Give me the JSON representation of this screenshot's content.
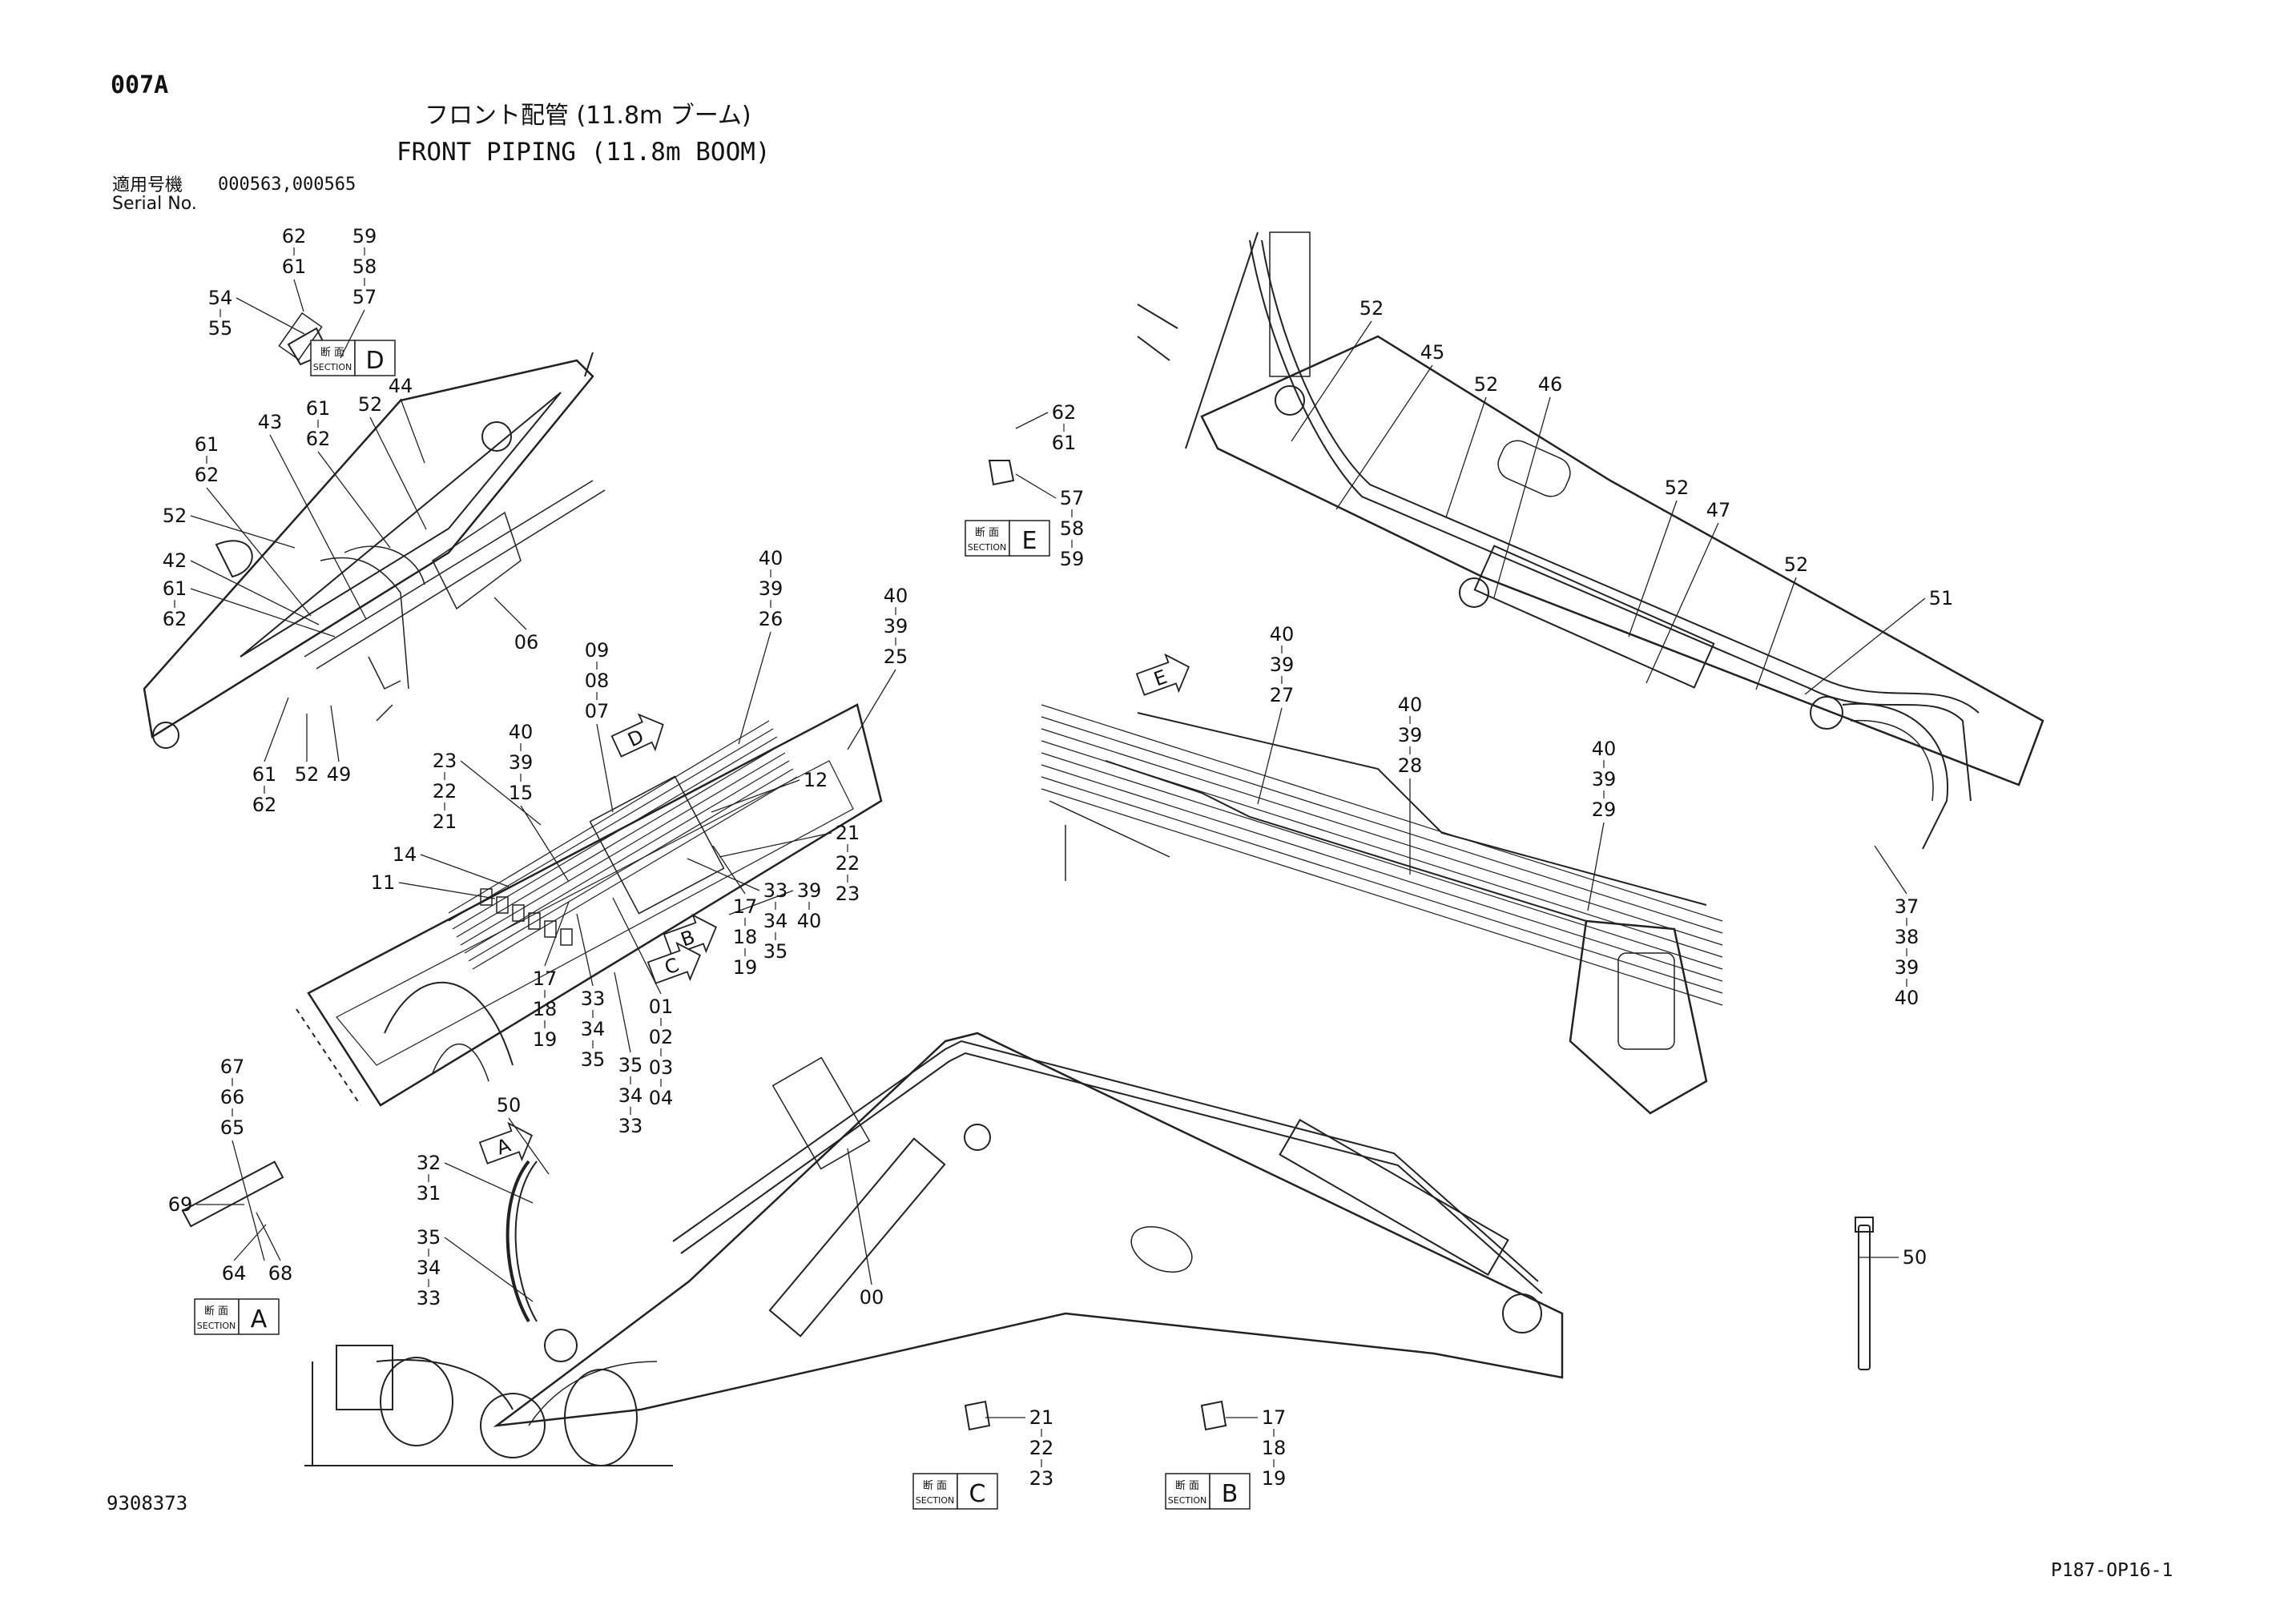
{
  "header": {
    "page_code": "007A",
    "title_jp": "フロント配管 (11.8m ブーム)",
    "title_en": "FRONT PIPING (11.8m BOOM)",
    "serial_label_jp": "適用号機",
    "serial_label_en": "Serial No.",
    "serial_values": "000563,000565"
  },
  "footer": {
    "drawing_number": "9308373",
    "page_reference": "P187-OP16-1"
  },
  "sections": [
    {
      "letter": "D",
      "jp": "断 面",
      "en": "SECTION"
    },
    {
      "letter": "E",
      "jp": "断 面",
      "en": "SECTION"
    },
    {
      "letter": "A",
      "jp": "断 面",
      "en": "SECTION"
    },
    {
      "letter": "C",
      "jp": "断 面",
      "en": "SECTION"
    },
    {
      "letter": "B",
      "jp": "断 面",
      "en": "SECTION"
    }
  ],
  "view_markers": [
    "D",
    "E",
    "B",
    "C",
    "A"
  ],
  "callouts": [
    {
      "lines": [
        "62",
        "61"
      ]
    },
    {
      "lines": [
        "59",
        "58",
        "57"
      ]
    },
    {
      "lines": [
        "54",
        "55"
      ]
    },
    {
      "lines": [
        "44"
      ]
    },
    {
      "lines": [
        "43"
      ]
    },
    {
      "lines": [
        "61",
        "62"
      ]
    },
    {
      "lines": [
        "52"
      ]
    },
    {
      "lines": [
        "61",
        "62"
      ]
    },
    {
      "lines": [
        "52"
      ]
    },
    {
      "lines": [
        "42"
      ]
    },
    {
      "lines": [
        "61",
        "62"
      ]
    },
    {
      "lines": [
        "06"
      ]
    },
    {
      "lines": [
        "61",
        "62"
      ]
    },
    {
      "lines": [
        "52"
      ]
    },
    {
      "lines": [
        "49"
      ]
    },
    {
      "lines": [
        "40",
        "39",
        "26"
      ]
    },
    {
      "lines": [
        "40",
        "39",
        "25"
      ]
    },
    {
      "lines": [
        "09",
        "08",
        "07"
      ]
    },
    {
      "lines": [
        "40",
        "39",
        "15"
      ]
    },
    {
      "lines": [
        "23",
        "22",
        "21"
      ]
    },
    {
      "lines": [
        "14"
      ]
    },
    {
      "lines": [
        "11"
      ]
    },
    {
      "lines": [
        "21",
        "22",
        "23"
      ]
    },
    {
      "lines": [
        "12"
      ]
    },
    {
      "lines": [
        "39",
        "40"
      ]
    },
    {
      "lines": [
        "33",
        "34",
        "35"
      ]
    },
    {
      "lines": [
        "17",
        "18",
        "19"
      ]
    },
    {
      "lines": [
        "17",
        "18",
        "19"
      ]
    },
    {
      "lines": [
        "33",
        "34",
        "35"
      ]
    },
    {
      "lines": [
        "01",
        "02",
        "03",
        "04"
      ]
    },
    {
      "lines": [
        "35",
        "34",
        "33"
      ]
    },
    {
      "lines": [
        "62",
        "61"
      ]
    },
    {
      "lines": [
        "57",
        "58",
        "59"
      ]
    },
    {
      "lines": [
        "52"
      ]
    },
    {
      "lines": [
        "45"
      ]
    },
    {
      "lines": [
        "52"
      ]
    },
    {
      "lines": [
        "46"
      ]
    },
    {
      "lines": [
        "52"
      ]
    },
    {
      "lines": [
        "47"
      ]
    },
    {
      "lines": [
        "52"
      ]
    },
    {
      "lines": [
        "51"
      ]
    },
    {
      "lines": [
        "40",
        "39",
        "27"
      ]
    },
    {
      "lines": [
        "40",
        "39",
        "28"
      ]
    },
    {
      "lines": [
        "40",
        "39",
        "29"
      ]
    },
    {
      "lines": [
        "37",
        "38",
        "39",
        "40"
      ]
    },
    {
      "lines": [
        "67",
        "66",
        "65"
      ]
    },
    {
      "lines": [
        "69"
      ]
    },
    {
      "lines": [
        "64"
      ]
    },
    {
      "lines": [
        "68"
      ]
    },
    {
      "lines": [
        "50"
      ]
    },
    {
      "lines": [
        "32",
        "31"
      ]
    },
    {
      "lines": [
        "35",
        "34",
        "33"
      ]
    },
    {
      "lines": [
        "00"
      ]
    },
    {
      "lines": [
        "50"
      ]
    },
    {
      "lines": [
        "21",
        "22",
        "23"
      ]
    },
    {
      "lines": [
        "17",
        "18",
        "19"
      ]
    }
  ]
}
